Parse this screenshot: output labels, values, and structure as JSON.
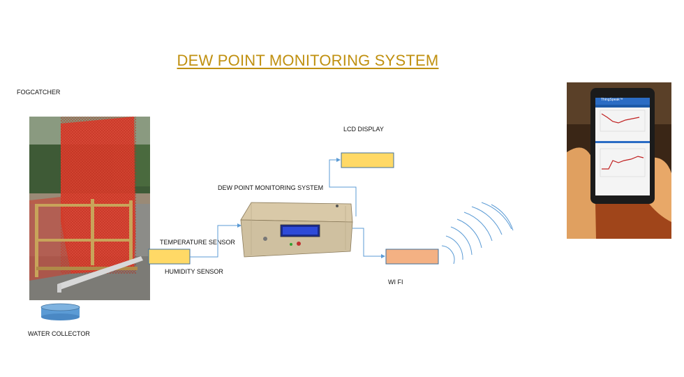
{
  "title": "DEW POINT MONITORING SYSTEM",
  "labels": {
    "fogcatcher": "FOGCATCHER",
    "water_collector": "WATER COLLECTOR",
    "temperature_sensor": "TEMPERATURE SENSOR",
    "humidity_sensor": "HUMIDITY SENSOR",
    "system": "DEW POINT MONITORING SYSTEM",
    "lcd_display": "LCD DISPLAY",
    "wifi": "WI FI"
  },
  "phone": {
    "app_name": "ThingSpeak™"
  },
  "colors": {
    "title": "#c09010",
    "sensor_box": "#ffd966",
    "lcd_box": "#ffd966",
    "wifi_box": "#f4b183",
    "arrow": "#5b9bd5",
    "water_tank": "#5b9bd5",
    "net": "#e04030"
  }
}
